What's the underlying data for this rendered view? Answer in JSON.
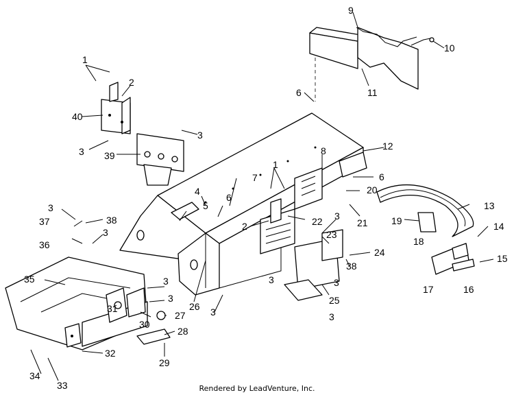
{
  "diagram": {
    "callouts": [
      "1",
      "2",
      "3",
      "4",
      "5",
      "6",
      "7",
      "8",
      "9",
      "10",
      "11",
      "12",
      "13",
      "14",
      "15",
      "16",
      "17",
      "18",
      "19",
      "20",
      "21",
      "22",
      "23",
      "24",
      "25",
      "26",
      "27",
      "28",
      "29",
      "30",
      "31",
      "32",
      "33",
      "34",
      "35",
      "36",
      "37",
      "38",
      "39",
      "40"
    ],
    "credit": "Rendered by LeadVenture, Inc."
  },
  "watermark": {
    "name": "leadventure-watermark"
  }
}
